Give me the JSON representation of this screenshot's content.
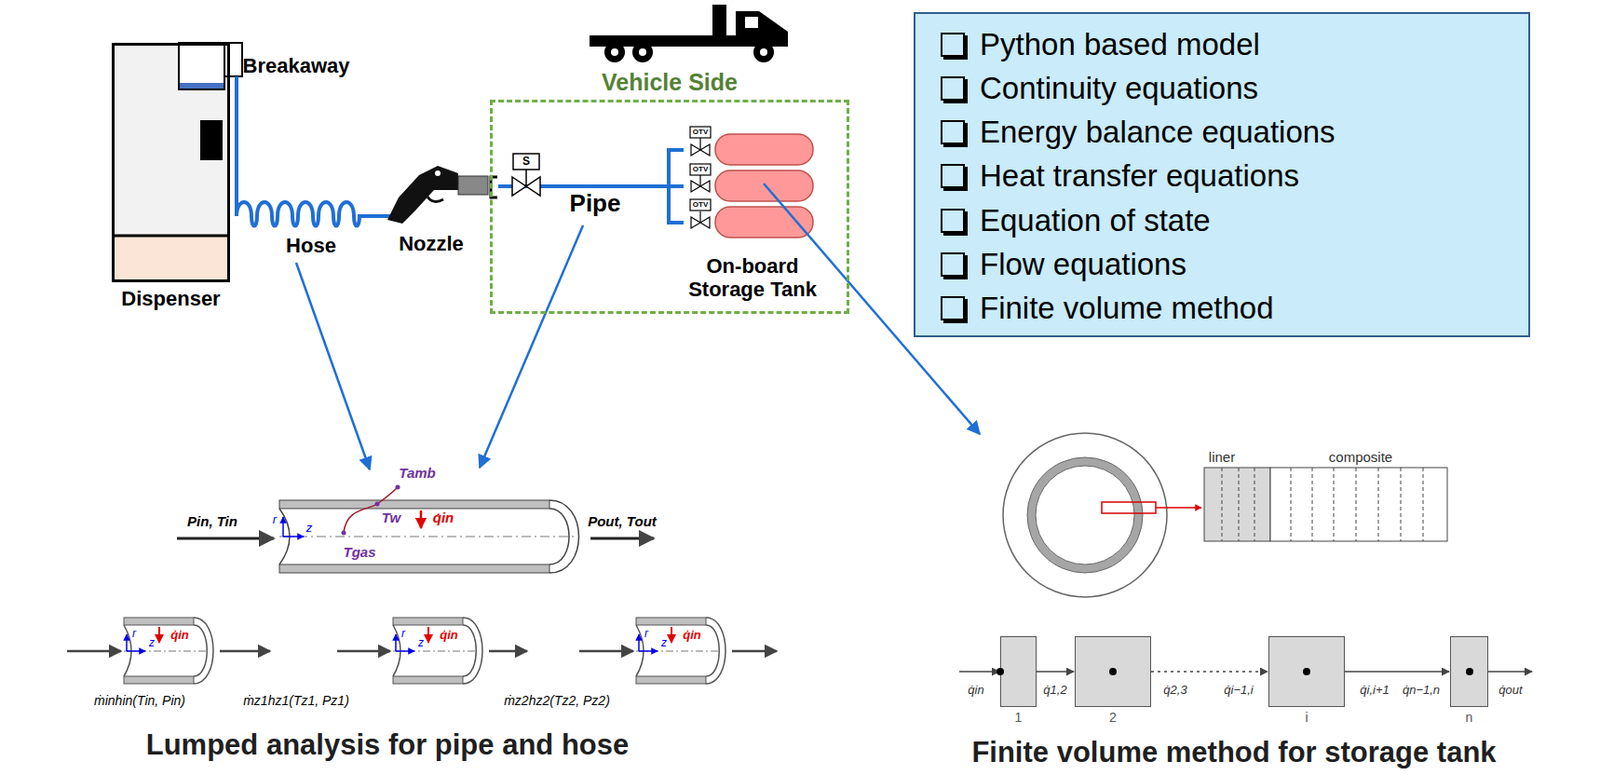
{
  "diagram": {
    "nodes": [
      {
        "text": [
          "Dispenser"
        ]
      },
      {
        "text": [
          "Vehicle Side"
        ]
      },
      {
        "text": [
          "Python based model",
          "Continuity equations",
          "Energy balance equations",
          "Heat transfer equations",
          "Equation of state",
          "Flow equations",
          "Finite volume method"
        ]
      },
      {
        "text": [
          "1"
        ]
      },
      {
        "text": [
          "2"
        ]
      },
      {
        "text": [
          "i"
        ]
      },
      {
        "text": [
          "n"
        ]
      }
    ],
    "edges": [
      {
        "from": 3,
        "to": 4,
        "arrow": "to",
        "label": "q̇1,2"
      },
      {
        "from": 4,
        "to": 5,
        "arrow": "to",
        "label": "q̇2,3"
      },
      {
        "from": 5,
        "to": 6,
        "arrow": "to",
        "label": "q̇i,i+1"
      }
    ],
    "labels": [
      "Breakaway",
      "Hose",
      "Nozzle",
      "Pipe",
      "On-board Storage Tank",
      "S",
      "OTV",
      "OTV",
      "OTV",
      "Pin, Tin",
      "Pout, Tout",
      "Tamb",
      "Tw",
      "q̇in",
      "Tgas",
      "r",
      "z",
      "r",
      "z",
      "q̇in",
      "r",
      "z",
      "q̇in",
      "r",
      "z",
      "q̇in",
      "ṁinhin(Tin, Pin)",
      "ṁz1hz1(Tz1, Pz1)",
      "ṁz2hz2(Tz2, Pz2)",
      "Lumped analysis for pipe and hose",
      "liner",
      "composite",
      "q̇in",
      "q̇i−1,i",
      "q̇n−1,n",
      "q̇out",
      "Finite volume method for storage tank"
    ]
  }
}
